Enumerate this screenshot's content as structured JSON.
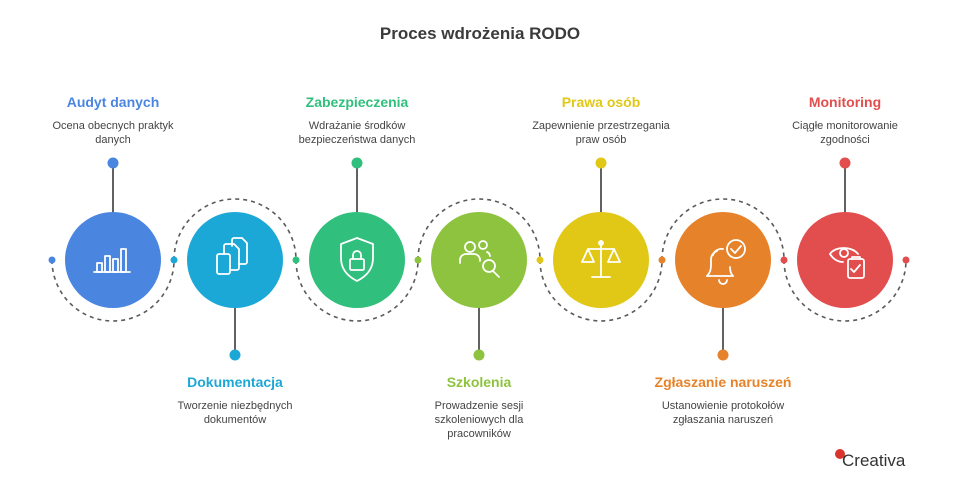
{
  "title": "Proces wdrożenia RODO",
  "brand": "Creativa",
  "colors": {
    "audyt": "#4a85e0",
    "dokumentacja": "#1ca8d6",
    "zabezpieczenia": "#31bf7d",
    "szkolenia": "#8dc33e",
    "prawa": "#e1c816",
    "zglaszanie": "#e6832a",
    "monitoring": "#e24e4e",
    "dashed": "#5a5a5a"
  },
  "steps": [
    {
      "title": "Audyt danych",
      "desc": [
        "Ocena obecnych praktyk",
        "danych"
      ],
      "icon": "bar-chart-icon"
    },
    {
      "title": "Dokumentacja",
      "desc": [
        "Tworzenie niezbędnych",
        "dokumentów"
      ],
      "icon": "documents-icon"
    },
    {
      "title": "Zabezpieczenia",
      "desc": [
        "Wdrażanie środków",
        "bezpieczeństwa danych"
      ],
      "icon": "shield-lock-icon"
    },
    {
      "title": "Szkolenia",
      "desc": [
        "Prowadzenie sesji",
        "szkoleniowych dla",
        "pracowników"
      ],
      "icon": "users-search-icon"
    },
    {
      "title": "Prawa osób",
      "desc": [
        "Zapewnienie przestrzegania",
        "praw osób"
      ],
      "icon": "scales-icon"
    },
    {
      "title": "Zgłaszanie naruszeń",
      "desc": [
        "Ustanowienie protokołów",
        "zgłaszania naruszeń"
      ],
      "icon": "bell-check-icon"
    },
    {
      "title": "Monitoring",
      "desc": [
        "Ciągłe monitorowanie",
        "zgodności"
      ],
      "icon": "eye-clipboard-icon"
    }
  ]
}
